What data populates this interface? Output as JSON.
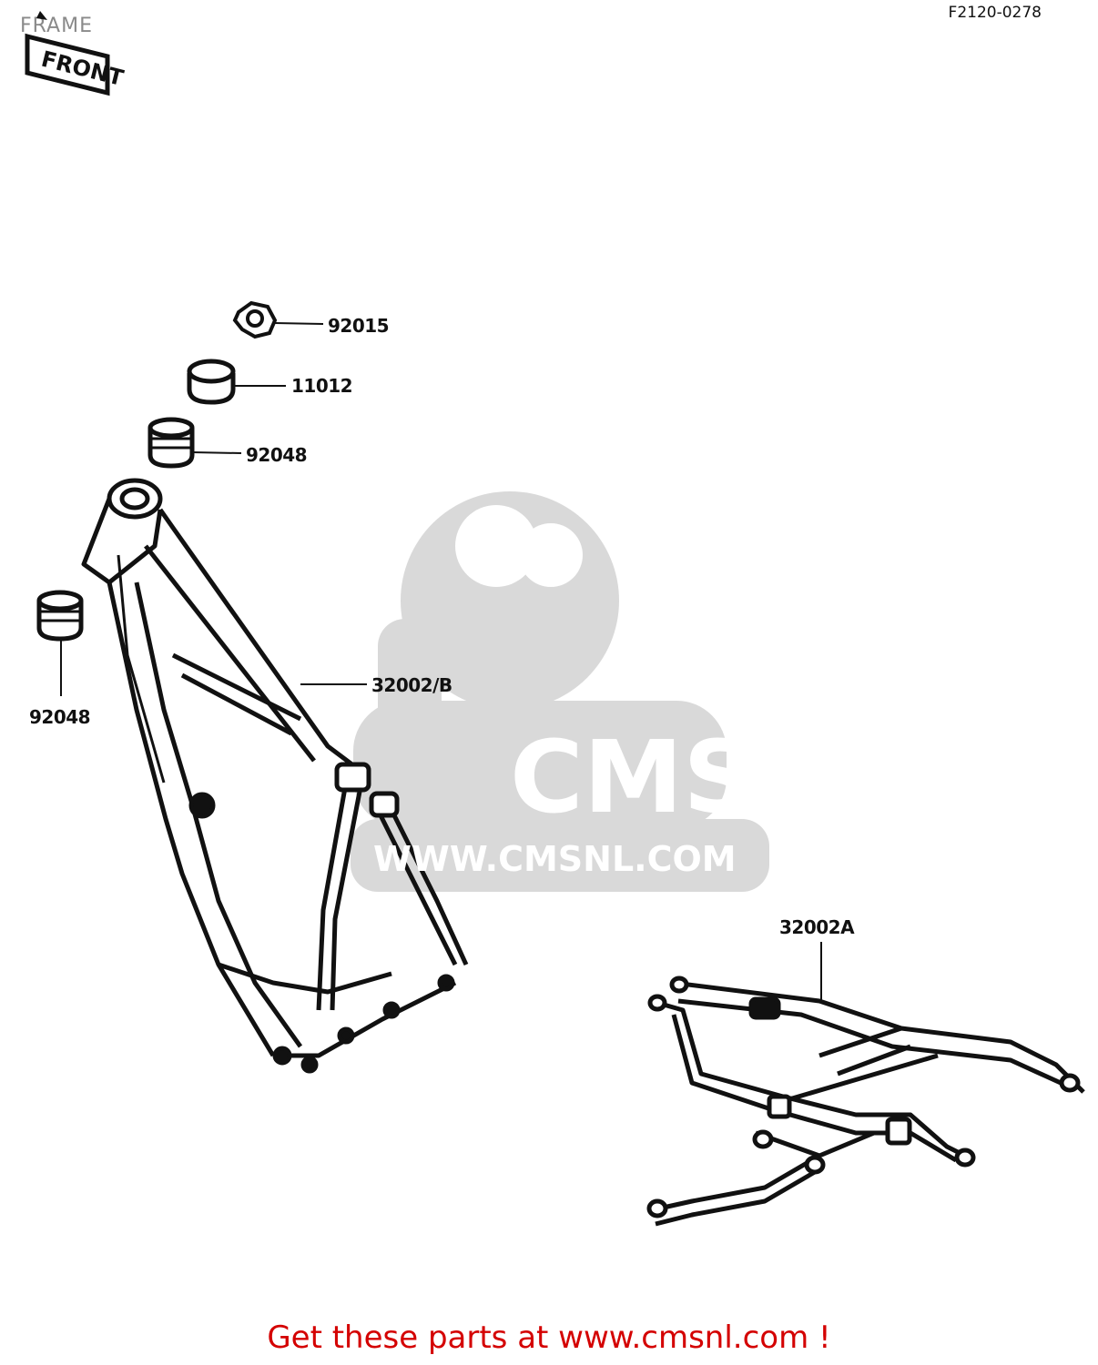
{
  "header": {
    "title": "FRAME",
    "diagram_code": "F2120-0278"
  },
  "front_badge": {
    "label": "FRONT"
  },
  "callouts": {
    "nut_top": "92015",
    "bushing": "11012",
    "seal_upper": "92048",
    "seal_lower": "92048",
    "main_frame": "32002/B",
    "rear_frame": "32002A"
  },
  "watermark": {
    "brand": "CMS",
    "url": "WWW.CMSNL.COM"
  },
  "footer": {
    "cta": "Get these parts at www.cmsnl.com !"
  },
  "colors": {
    "line": "#111111",
    "watermark": "#d9d9d9",
    "cta": "#d40000",
    "title": "#8a8a8a"
  }
}
